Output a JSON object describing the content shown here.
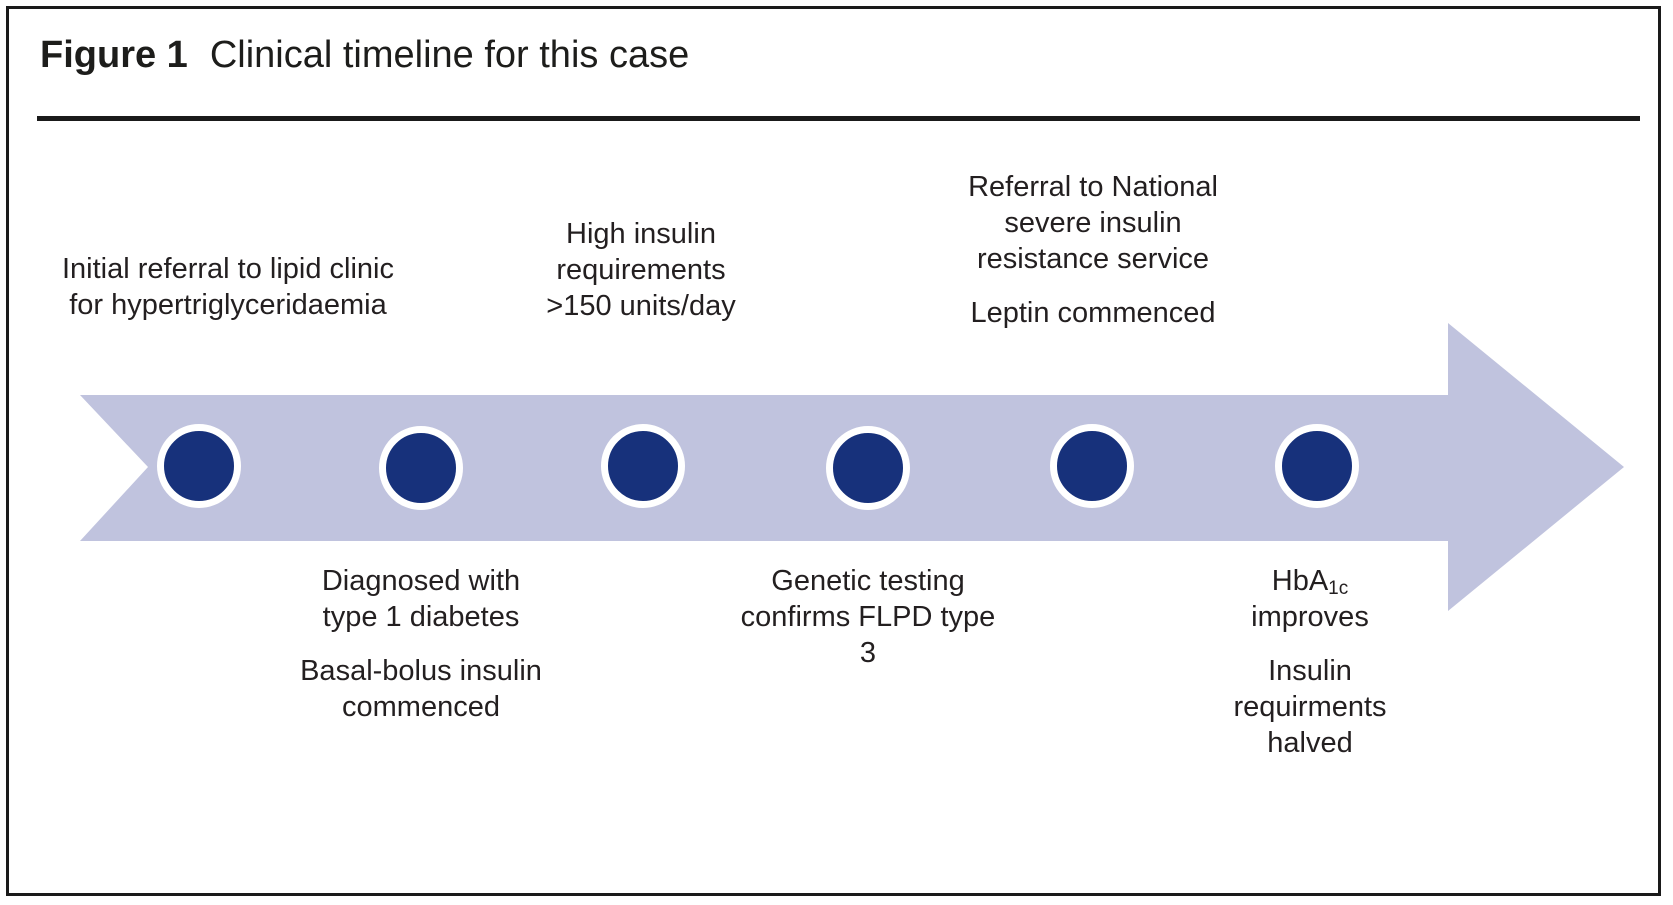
{
  "figure": {
    "label": "Figure 1",
    "title": "Clinical timeline for this case"
  },
  "colors": {
    "arrow": "#c0c3de",
    "dot": "#17317b",
    "rule": "#1a1a1a"
  },
  "timeline": {
    "events": [
      {
        "id": "e1",
        "above": [
          "Initial referral to lipid clinic for hypertriglyceridaemia"
        ],
        "below": []
      },
      {
        "id": "e2",
        "above": [],
        "below": [
          "Diagnosed with type 1 diabetes",
          "Basal-bolus insulin commenced"
        ]
      },
      {
        "id": "e3",
        "above": [
          "High insulin requirements >150 units/day"
        ],
        "below": []
      },
      {
        "id": "e4",
        "above": [],
        "below": [
          "Genetic testing confirms FLPD type 3"
        ]
      },
      {
        "id": "e5",
        "above": [
          "Referral to National severe insulin resistance service",
          "Leptin commenced"
        ],
        "below": []
      },
      {
        "id": "e6",
        "above": [],
        "below_hba": {
          "base": "HbA",
          "sub": "1c",
          "rest": "improves"
        },
        "below": [
          "Insulin requirments halved"
        ]
      }
    ]
  }
}
